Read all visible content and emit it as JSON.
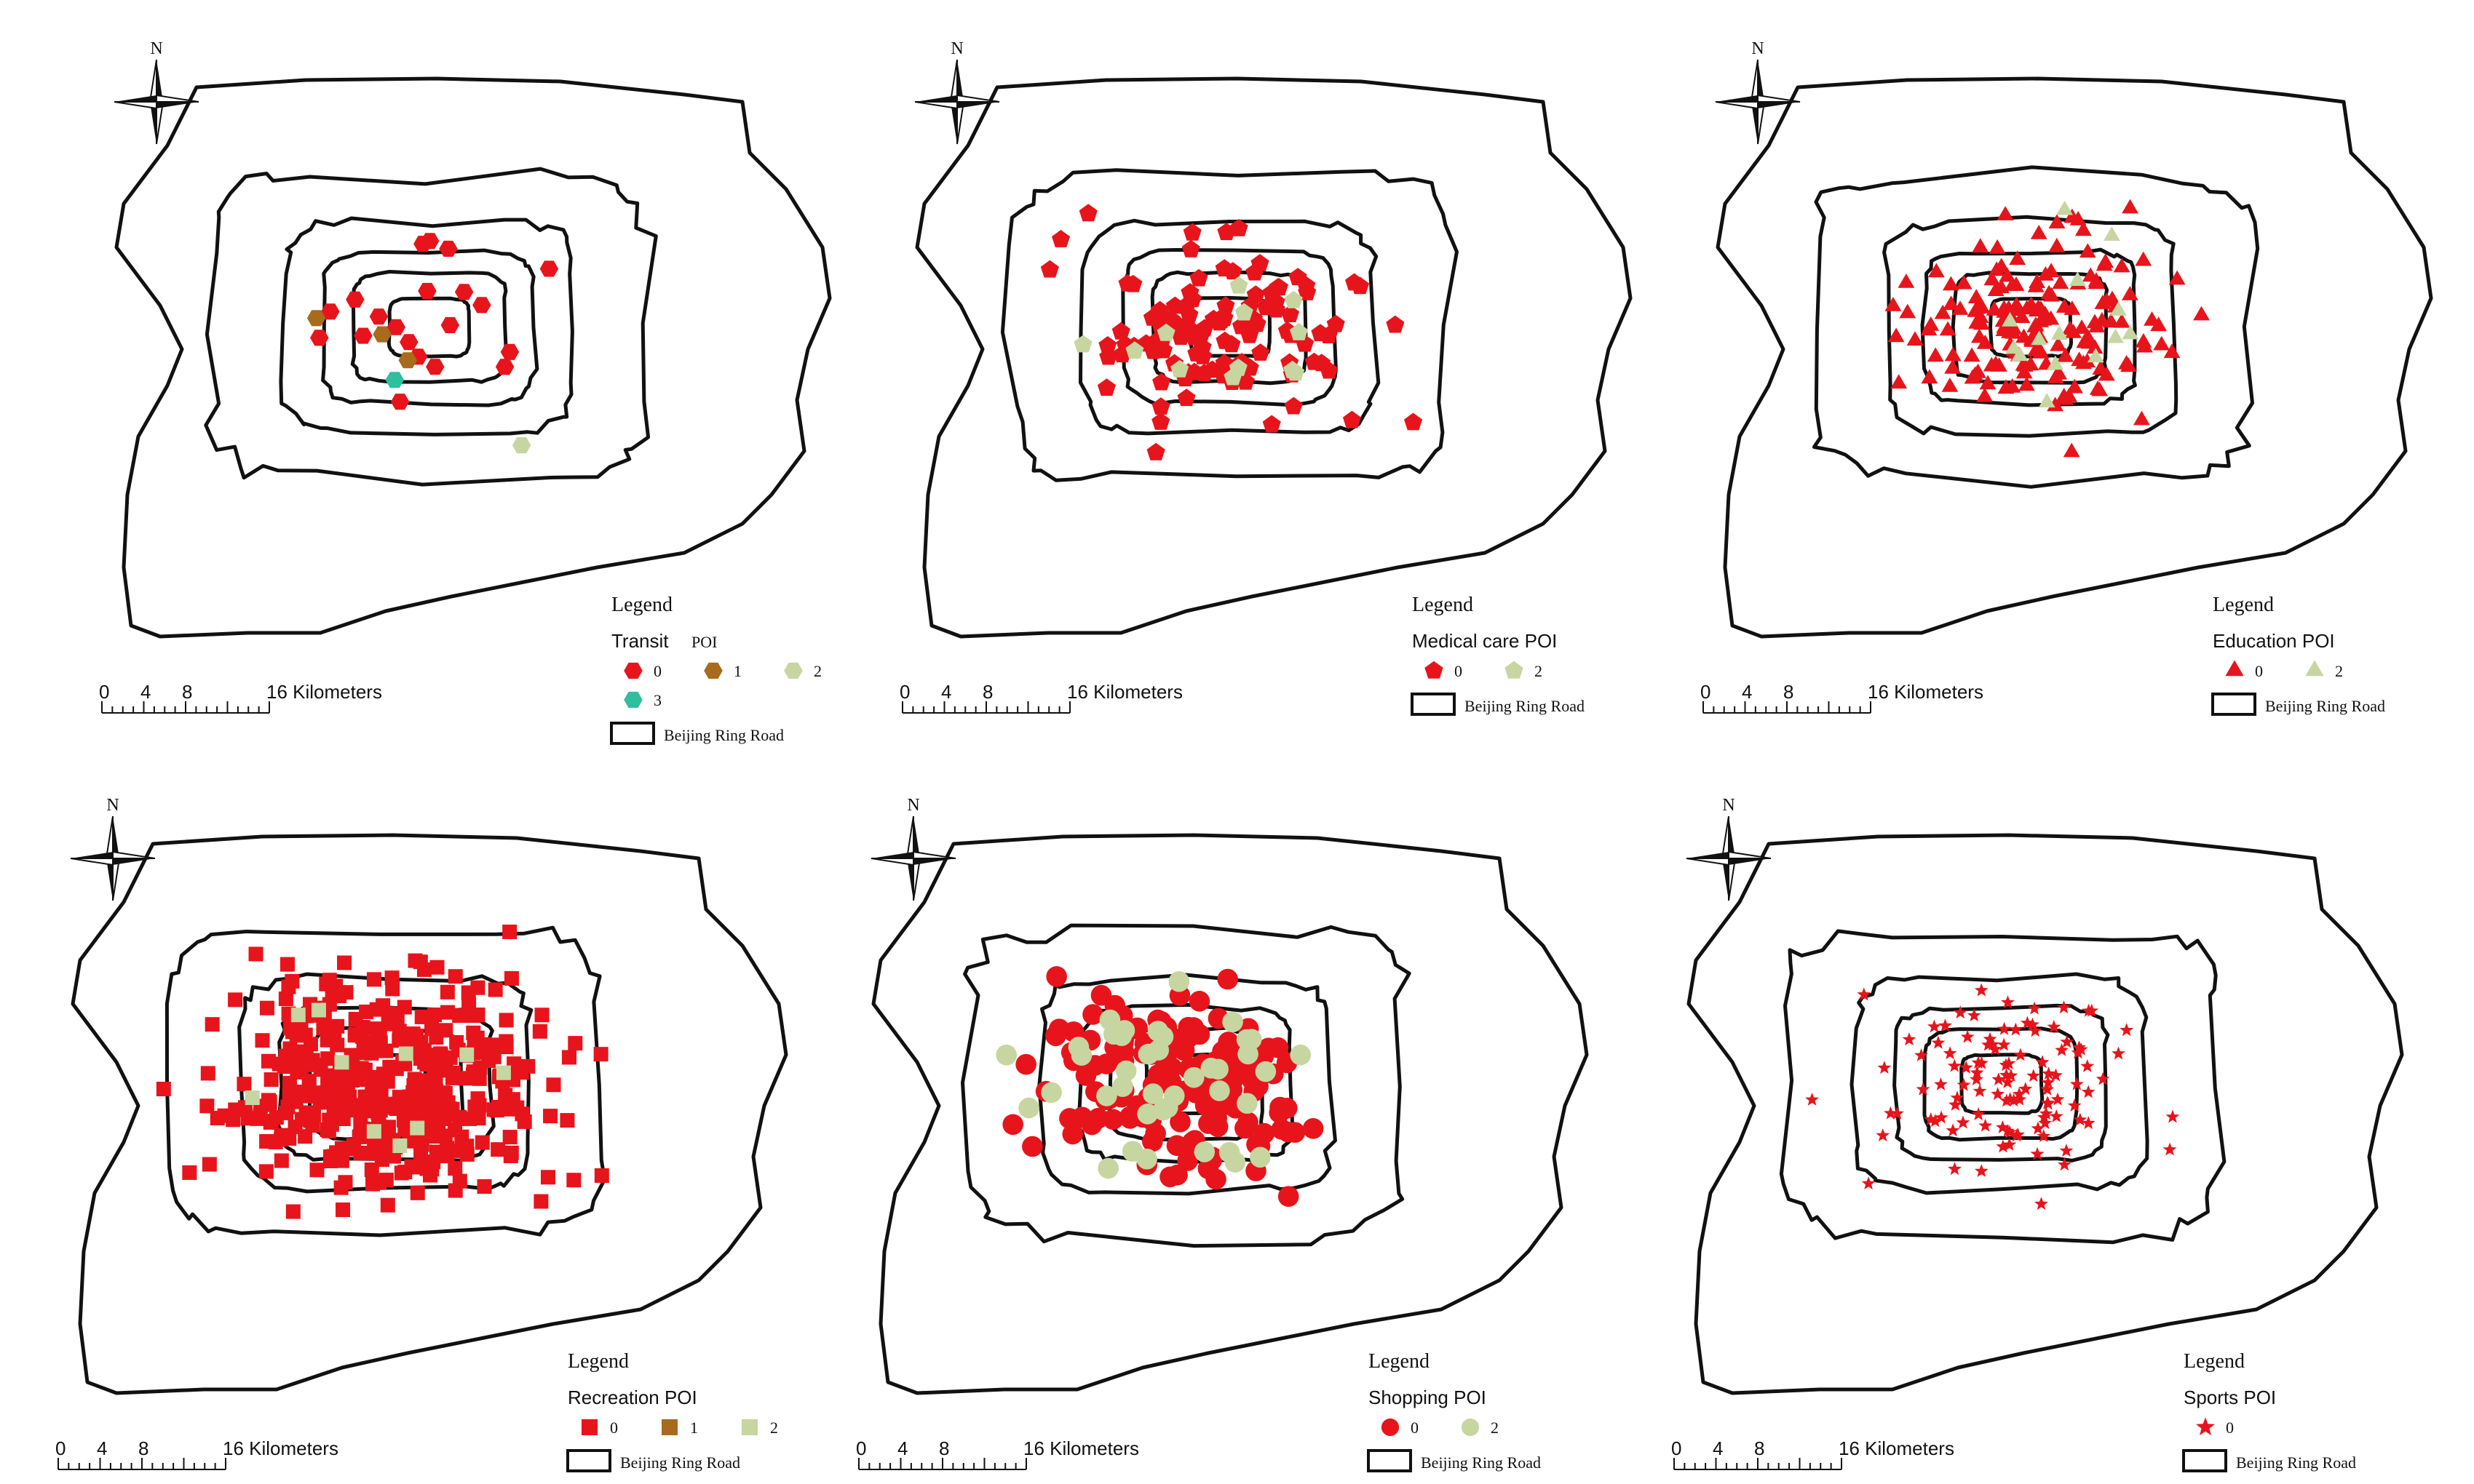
{
  "north_label": "N",
  "legend_title": "Legend",
  "ring_label": "Beijing Ring Road",
  "scale": {
    "ticks": [
      "0",
      "4",
      "8",
      "16 Kilometers"
    ]
  },
  "colors": {
    "poi_0": "#e8141b",
    "poi_1": "#a86a1c",
    "poi_2": "#c7d6a0",
    "poi_3": "#2fbf9f",
    "ring": "#111111"
  },
  "panels": [
    {
      "key": "transit",
      "title_a": "Transit",
      "title_b": "POI",
      "symbol": "hexagon",
      "classes": [
        "0",
        "1",
        "2",
        "3"
      ],
      "counts": {
        "0": 20,
        "1": 3,
        "2": 1,
        "3": 1
      },
      "show_ring_legend": true
    },
    {
      "key": "medical",
      "title_a": "Medical care POI",
      "title_b": "",
      "symbol": "pentagon",
      "classes": [
        "0",
        "2"
      ],
      "counts": {
        "0": 110,
        "2": 12
      },
      "show_ring_legend": true
    },
    {
      "key": "education",
      "title_a": "Education POI",
      "title_b": "",
      "symbol": "triangle",
      "classes": [
        "0",
        "2"
      ],
      "counts": {
        "0": 170,
        "2": 14
      },
      "show_ring_legend": true
    },
    {
      "key": "recreation",
      "title_a": "Recreation POI",
      "title_b": "",
      "symbol": "square",
      "classes": [
        "0",
        "1",
        "2"
      ],
      "counts": {
        "0": 420,
        "1": 0,
        "2": 10
      },
      "show_ring_legend": true
    },
    {
      "key": "shopping",
      "title_a": "Shopping POI",
      "title_b": "",
      "symbol": "circle",
      "classes": [
        "0",
        "2"
      ],
      "counts": {
        "0": 150,
        "2": 40
      },
      "show_ring_legend": true
    },
    {
      "key": "sports",
      "title_a": "Sports POI",
      "title_b": "",
      "symbol": "star",
      "classes": [
        "0"
      ],
      "counts": {
        "0": 110
      },
      "show_ring_legend": true
    }
  ]
}
